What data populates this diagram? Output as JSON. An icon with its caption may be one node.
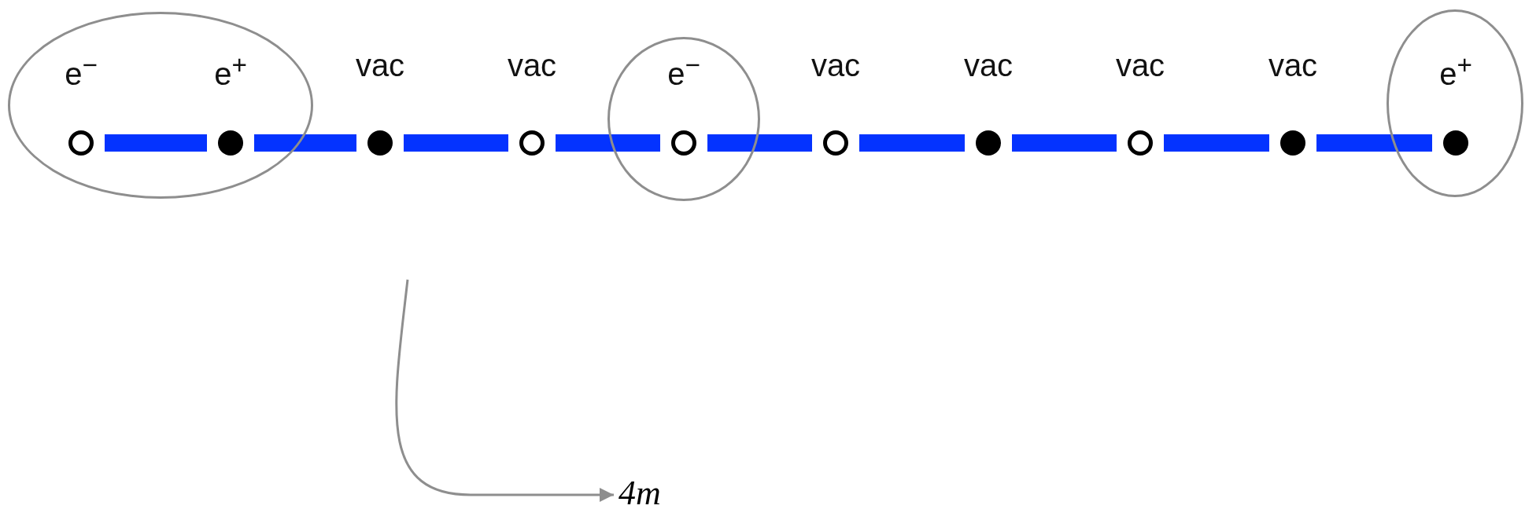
{
  "diagram": {
    "nodes": [
      {
        "text": [],
        "shape": "ellipse"
      },
      {
        "text": [],
        "shape": "circle",
        "in": 0,
        "beside": [
          "e$^{−}$"
        ]
      },
      {
        "text": [],
        "shape": "circle",
        "in": 0,
        "beside": [
          "e$^{+}$"
        ]
      },
      {
        "text": [],
        "shape": "circle",
        "beside": [
          "vac"
        ]
      },
      {
        "text": [],
        "shape": "circle",
        "beside": [
          "vac"
        ]
      },
      {
        "text": [],
        "shape": "ellipse"
      },
      {
        "text": [],
        "shape": "circle",
        "in": 5,
        "beside": [
          "e$^{−}$"
        ]
      },
      {
        "text": [],
        "shape": "circle",
        "beside": [
          "vac"
        ]
      },
      {
        "text": [],
        "shape": "circle",
        "beside": [
          "vac"
        ]
      },
      {
        "text": [],
        "shape": "circle",
        "beside": [
          "vac"
        ]
      },
      {
        "text": [],
        "shape": "circle",
        "beside": [
          "vac"
        ]
      },
      {
        "text": [],
        "shape": "ellipse"
      },
      {
        "text": [],
        "shape": "circle",
        "in": 11,
        "beside": [
          "e$^{+}$"
        ]
      },
      {
        "text": [
          "4m"
        ]
      }
    ],
    "edges": [
      {
        "from": 1,
        "to": 2,
        "arrow": "none"
      },
      {
        "from": 2,
        "to": 3,
        "arrow": "none"
      },
      {
        "from": 3,
        "to": 4,
        "arrow": "none"
      },
      {
        "from": 4,
        "to": 6,
        "arrow": "none"
      },
      {
        "from": 6,
        "to": 7,
        "arrow": "none"
      },
      {
        "from": 7,
        "to": 8,
        "arrow": "none"
      },
      {
        "from": 8,
        "to": 9,
        "arrow": "none"
      },
      {
        "from": 9,
        "to": 10,
        "arrow": "none"
      },
      {
        "from": 10,
        "to": 12,
        "arrow": "none"
      },
      {
        "from": null,
        "to": 13,
        "arrow": "to",
        "color": "#8e8e8e"
      }
    ]
  }
}
